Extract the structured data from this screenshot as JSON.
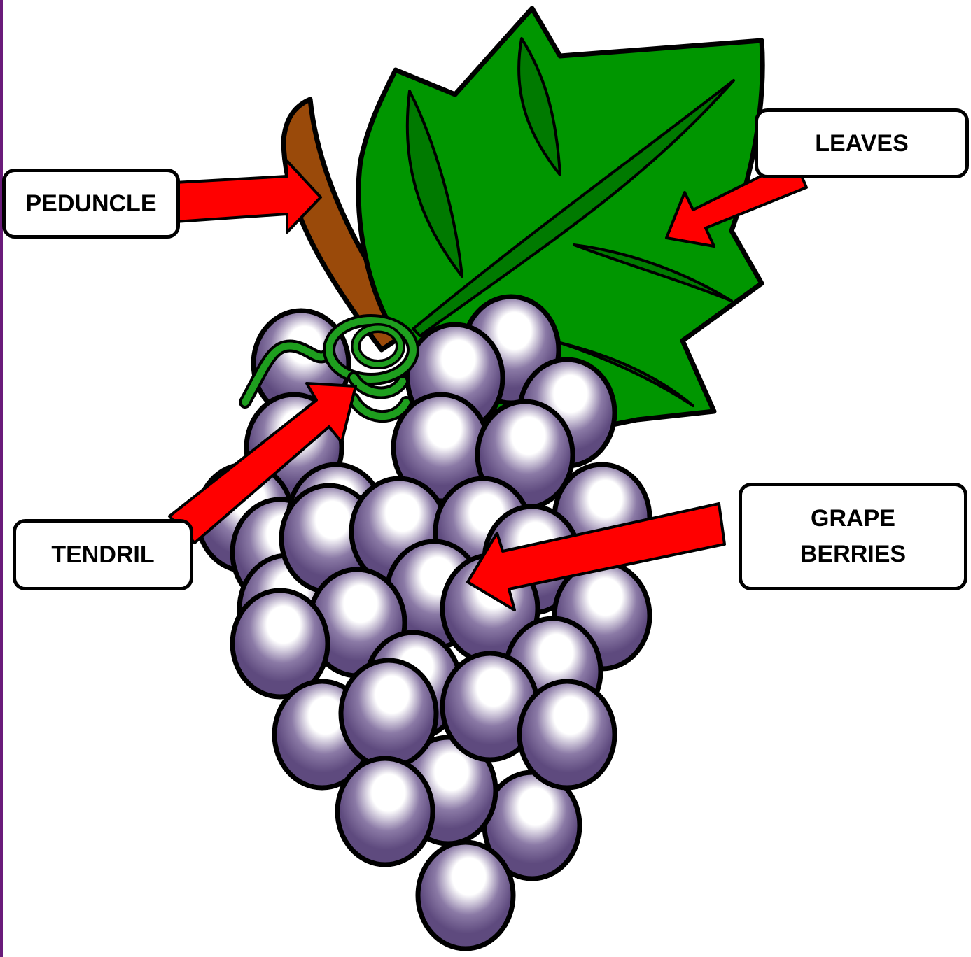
{
  "labels": {
    "peduncle": "PEDUNCLE",
    "leaves": "LEAVES",
    "tendril": "TENDRIL",
    "grape_berries": "GRAPE\nBERRIES"
  },
  "colors": {
    "berry": "#5e4a7e",
    "berry_highlight": "#ffffff",
    "leaf": "#008c00",
    "leaf_vein": "#006400",
    "stem": "#9a4a0a",
    "tendril": "#1e9e1e",
    "arrow": "#ff0000",
    "outline": "#000000",
    "border": "#6a1b7a"
  }
}
